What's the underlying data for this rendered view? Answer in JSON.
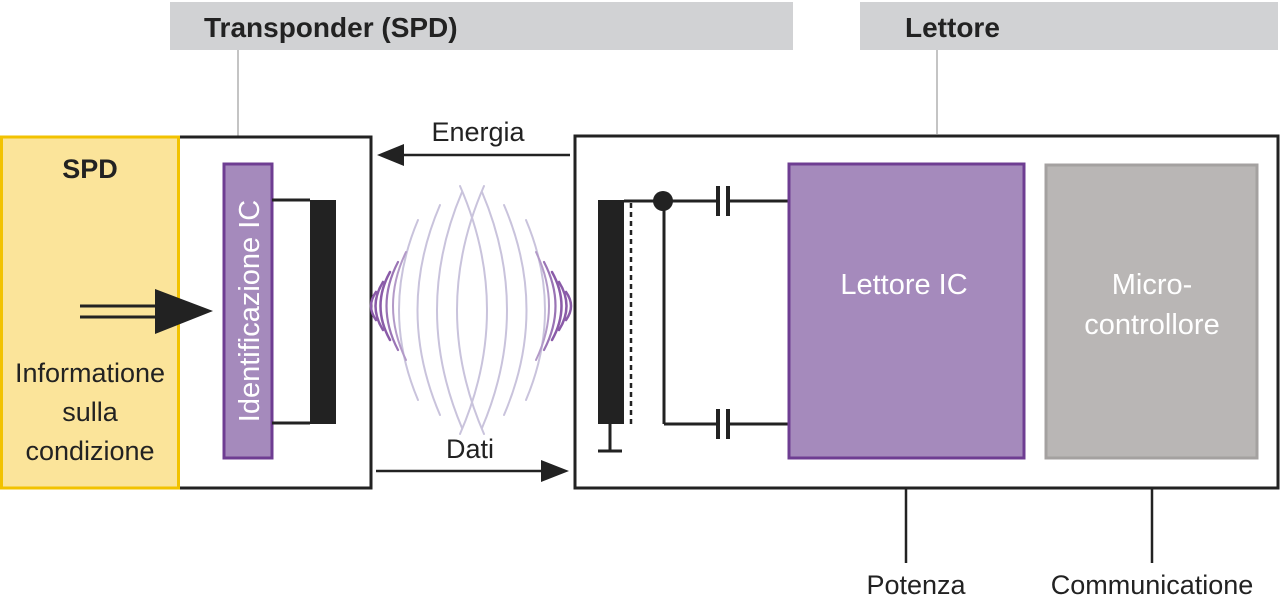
{
  "headers": {
    "transponder": "Transponder (SPD)",
    "reader": "Lettore"
  },
  "spd": {
    "title": "SPD",
    "info_lines": [
      "Informatione",
      "sulla",
      "condizione"
    ]
  },
  "transponder": {
    "chip_label": "Identificazione IC"
  },
  "arrows": {
    "energy": "Energia",
    "data": "Dati"
  },
  "reader": {
    "ic_label": "Lettore IC",
    "mcu_lines": [
      "Micro-",
      "controllore"
    ]
  },
  "outputs": {
    "power": "Potenza",
    "communication": "Communicatione"
  },
  "colors": {
    "header_bg": "#d1d2d4",
    "spd_fill": "#fbe49a",
    "spd_border": "#f2c200",
    "purple": "#a58abc",
    "purple_border": "#6e3d92",
    "grey_box": "#b9b6b5",
    "grey_border": "#a4a1a0",
    "wave_dark": "#8a5ba8",
    "wave_light": "#c9c3dc"
  }
}
